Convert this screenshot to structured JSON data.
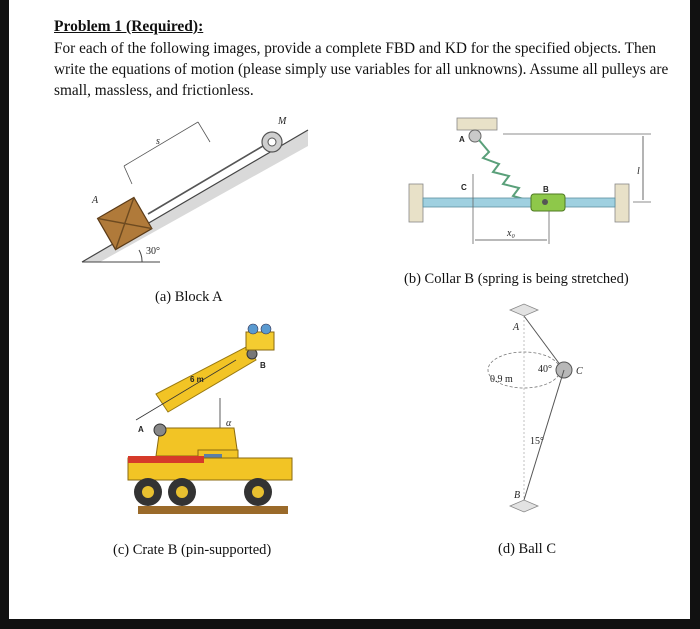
{
  "problem": {
    "heading": "Problem 1 (Required):",
    "text": "For each of the following images, provide a complete FBD and KD for the specified objects. Then write the equations of motion (please simply use variables for all unknowns). Assume all pulleys are small, massless, and frictionless."
  },
  "figures": {
    "a": {
      "caption": "(a) Block A",
      "labels": {
        "block": "A",
        "pulley": "M",
        "distance": "s",
        "angle": "30°"
      }
    },
    "b": {
      "caption": "(b) Collar B (spring is being stretched)",
      "labels": {
        "support": "A",
        "rod_point": "C",
        "collar": "B",
        "height": "l",
        "offset": "x₀"
      }
    },
    "c": {
      "caption": "(c) Crate B (pin-supported)",
      "labels": {
        "length": "6 m",
        "crate": "B",
        "pivot": "A",
        "angle": "α"
      }
    },
    "d": {
      "caption": "(d) Ball C",
      "labels": {
        "top": "A",
        "angle_top": "40°",
        "radius": "0.9 m",
        "ball": "C",
        "angle_bottom": "15°",
        "bottom": "B"
      }
    }
  }
}
